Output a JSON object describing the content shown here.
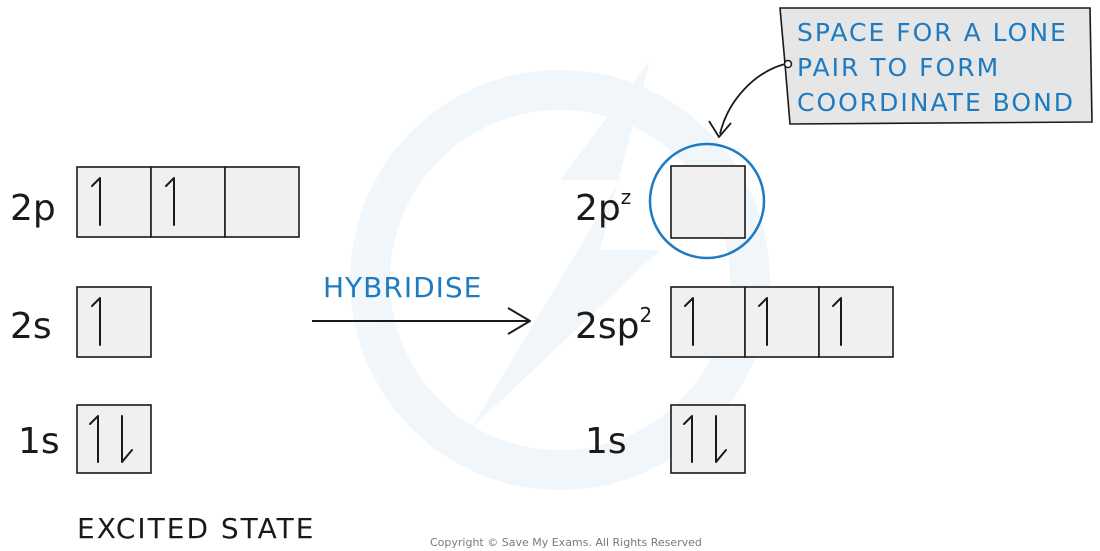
{
  "left_state": {
    "label": "EXCITED  STATE",
    "orbitals": [
      {
        "name": "2p",
        "boxes": [
          "up",
          "up",
          "empty"
        ]
      },
      {
        "name": "2s",
        "boxes": [
          "up"
        ]
      },
      {
        "name": "1s",
        "boxes": [
          "pair"
        ]
      }
    ]
  },
  "arrow": {
    "label": "HYBRIDISE"
  },
  "right_state": {
    "orbitals": [
      {
        "name": "2p",
        "superscript": "z",
        "boxes": [
          "empty"
        ]
      },
      {
        "name": "2sp",
        "superscript": "2",
        "boxes": [
          "up",
          "up",
          "up"
        ]
      },
      {
        "name": "1s",
        "boxes": [
          "pair"
        ]
      }
    ]
  },
  "callout": {
    "lines": [
      "SPACE FOR A LONE",
      "PAIR TO FORM",
      "COORDINATE BOND"
    ]
  },
  "colors": {
    "accent": "#1f7bc1",
    "box_fill": "#f0f0f0",
    "callout_fill": "#e6e6e6",
    "line": "#1a1a1a"
  },
  "copyright": "Copyright © Save My Exams. All Rights Reserved"
}
